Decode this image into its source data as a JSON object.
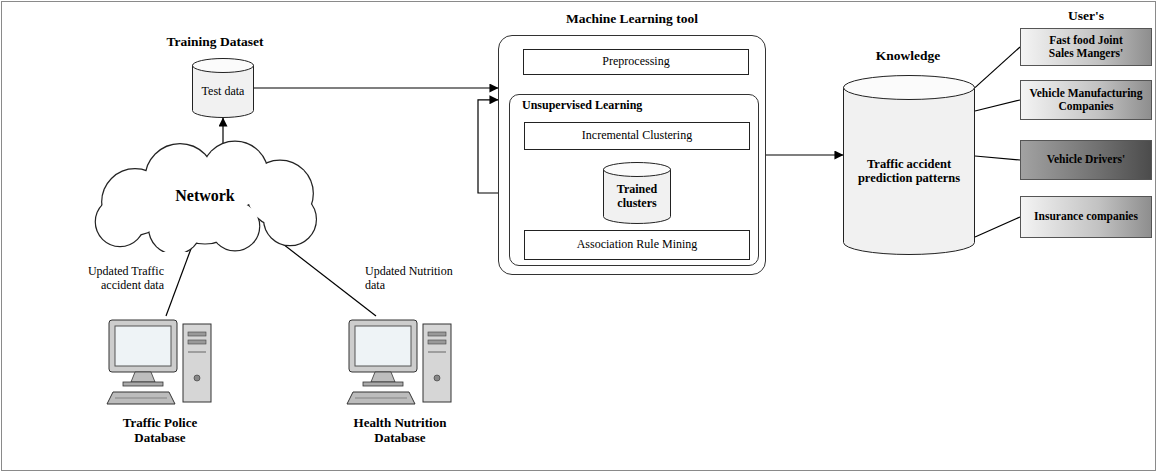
{
  "diagram": {
    "nodes": [
      {
        "text": [
          "Test data"
        ]
      },
      {
        "text": [
          "Network"
        ]
      },
      {
        "text": [
          "Traffic Police Database"
        ]
      },
      {
        "text": [
          "Health Nutrition Database"
        ]
      },
      {
        "text": [
          "Machine Learning tool"
        ]
      },
      {
        "text": [
          "Preprocessing"
        ],
        "in": 4
      },
      {
        "text": [
          "Unsupervised Learning"
        ],
        "in": 4
      },
      {
        "text": [
          "Incremental Clustering"
        ],
        "in": 6
      },
      {
        "text": [
          "Trained clusters"
        ],
        "in": 6
      },
      {
        "text": [
          "Association Rule Mining"
        ],
        "in": 6
      },
      {
        "text": [
          "Traffic accident prediction patterns"
        ]
      },
      {
        "text": [
          "Fast food Joint Sales Mangers'"
        ]
      },
      {
        "text": [
          "Vehicle Manufacturing Companies"
        ]
      },
      {
        "text": [
          "Vehicle Drivers'"
        ]
      },
      {
        "text": [
          "Insurance companies"
        ]
      }
    ],
    "edges": [
      {
        "from": 1,
        "to": 0,
        "arrow": "to"
      },
      {
        "from": 2,
        "to": 1,
        "label": "Updated Traffic accident data",
        "arrow": "none"
      },
      {
        "from": 3,
        "to": 1,
        "label": "Updated Nutrition data",
        "arrow": "none"
      },
      {
        "from": 0,
        "to": 4,
        "arrow": "to"
      },
      {
        "from": 8,
        "to": 4,
        "arrow": "to"
      },
      {
        "from": 5,
        "to": 6,
        "arrow": "to"
      },
      {
        "from": 7,
        "to": 8,
        "arrow": "to"
      },
      {
        "from": 8,
        "to": 9,
        "arrow": "to"
      },
      {
        "from": 4,
        "to": 10,
        "arrow": "to"
      },
      {
        "from": 10,
        "to": 11,
        "arrow": "none"
      },
      {
        "from": 10,
        "to": 12,
        "arrow": "none"
      },
      {
        "from": 10,
        "to": 13,
        "arrow": "none"
      },
      {
        "from": 10,
        "to": 14,
        "arrow": "none"
      }
    ],
    "labels": [
      "Training Dataset",
      "Knowledge",
      "User's"
    ]
  }
}
